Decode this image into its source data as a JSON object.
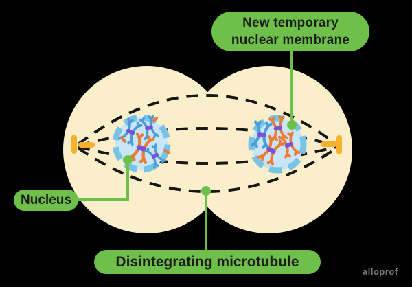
{
  "labels": {
    "membrane": {
      "line1": "New temporary",
      "line2": "nuclear membrane"
    },
    "nucleus": "Nucleus",
    "microtubule": "Disintegrating microtubule"
  },
  "watermark": "alloprof",
  "colors": {
    "background": "#000000",
    "cell-cream": "#FAEECB",
    "label-green": "#6FC04A",
    "label-text": "#1D1D1B",
    "nucleus-fill": "#C9E5F8",
    "membrane-blue": "#79C3E6",
    "chromosome-blue": "#4C9CD6",
    "chromosome-orange": "#ED7B35",
    "centromere-purple": "#7C52D0",
    "centriole-orange": "#F8B12F",
    "spindle-dark": "#161616",
    "watermark-gray": "#7B7B7B"
  }
}
